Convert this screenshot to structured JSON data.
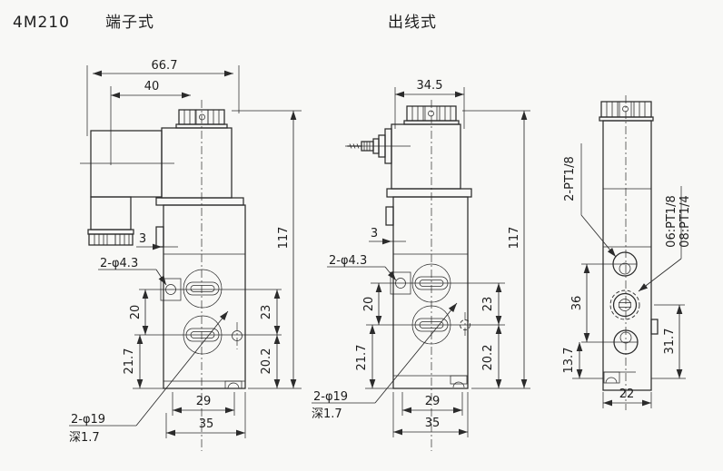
{
  "header": {
    "model": "4M210",
    "terminal_type_label": "端子式",
    "leadwire_type_label": "出线式"
  },
  "colors": {
    "ink": "#2b2b2b",
    "background": "#f8f8f6"
  },
  "terminal_view": {
    "dim_overall_width": "66.7",
    "dim_coil_width": "40",
    "dim_height": "117",
    "dim_offset": "3",
    "label_mount_holes": "2-φ4.3",
    "dim_port_spacing": "20",
    "dim_bottom_port": "21.7",
    "dim_hole_spacing": "23",
    "dim_hole_bottom": "20.2",
    "dim_port_width": "29",
    "dim_body_width": "35",
    "label_counterbore": "2-φ19",
    "label_counterbore_depth": "深1.7"
  },
  "leadwire_view": {
    "dim_coil_width": "34.5",
    "dim_height": "117",
    "dim_offset": "3",
    "label_mount_holes": "2-φ4.3",
    "dim_port_spacing": "20",
    "dim_bottom_port": "21.7",
    "dim_hole_spacing": "23",
    "dim_hole_bottom": "20.2",
    "dim_port_width": "29",
    "dim_body_width": "35",
    "label_counterbore": "2-φ19",
    "label_counterbore_depth": "深1.7"
  },
  "side_view": {
    "label_pilot_ports": "2-PT1/8",
    "label_port_size_06": "06:PT1/8",
    "label_port_size_08": "08:PT1/4",
    "dim_port_span": "36",
    "dim_bottom_offset": "13.7",
    "dim_exhaust_height": "31.7",
    "dim_body_width": "22"
  }
}
